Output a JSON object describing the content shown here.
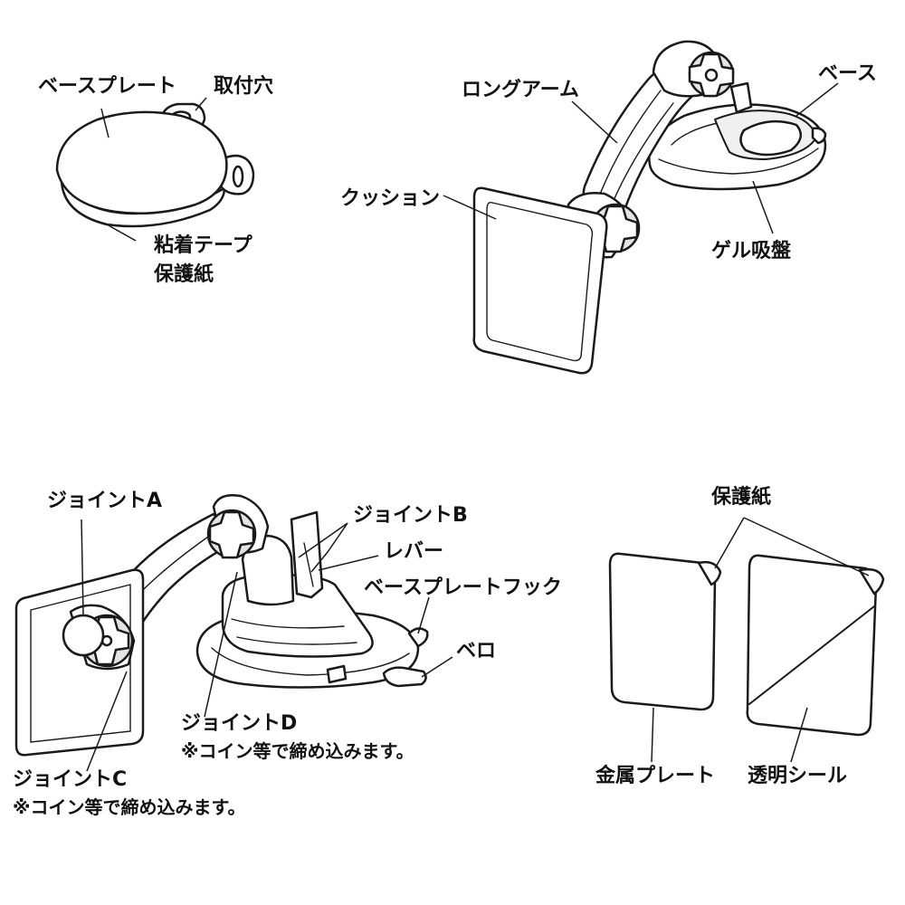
{
  "labels": {
    "base_plate": "ベースプレート",
    "mounting_hole": "取付穴",
    "adhesive_tape_paper_line1": "粘着テープ",
    "adhesive_tape_paper_line2": "保護紙",
    "long_arm": "ロングアーム",
    "base": "ベース",
    "cushion": "クッション",
    "gel_suction_cup": "ゲル吸盤",
    "joint_a": "ジョイントA",
    "joint_b": "ジョイントB",
    "lever": "レバー",
    "base_plate_hook": "ベースプレートフック",
    "tab": "ベロ",
    "joint_d": "ジョイントD",
    "joint_d_note": "※コイン等で締め込みます。",
    "joint_c": "ジョイントC",
    "joint_c_note": "※コイン等で締め込みます。",
    "protective_paper": "保護紙",
    "metal_plate": "金属プレート",
    "clear_seal": "透明シール"
  }
}
